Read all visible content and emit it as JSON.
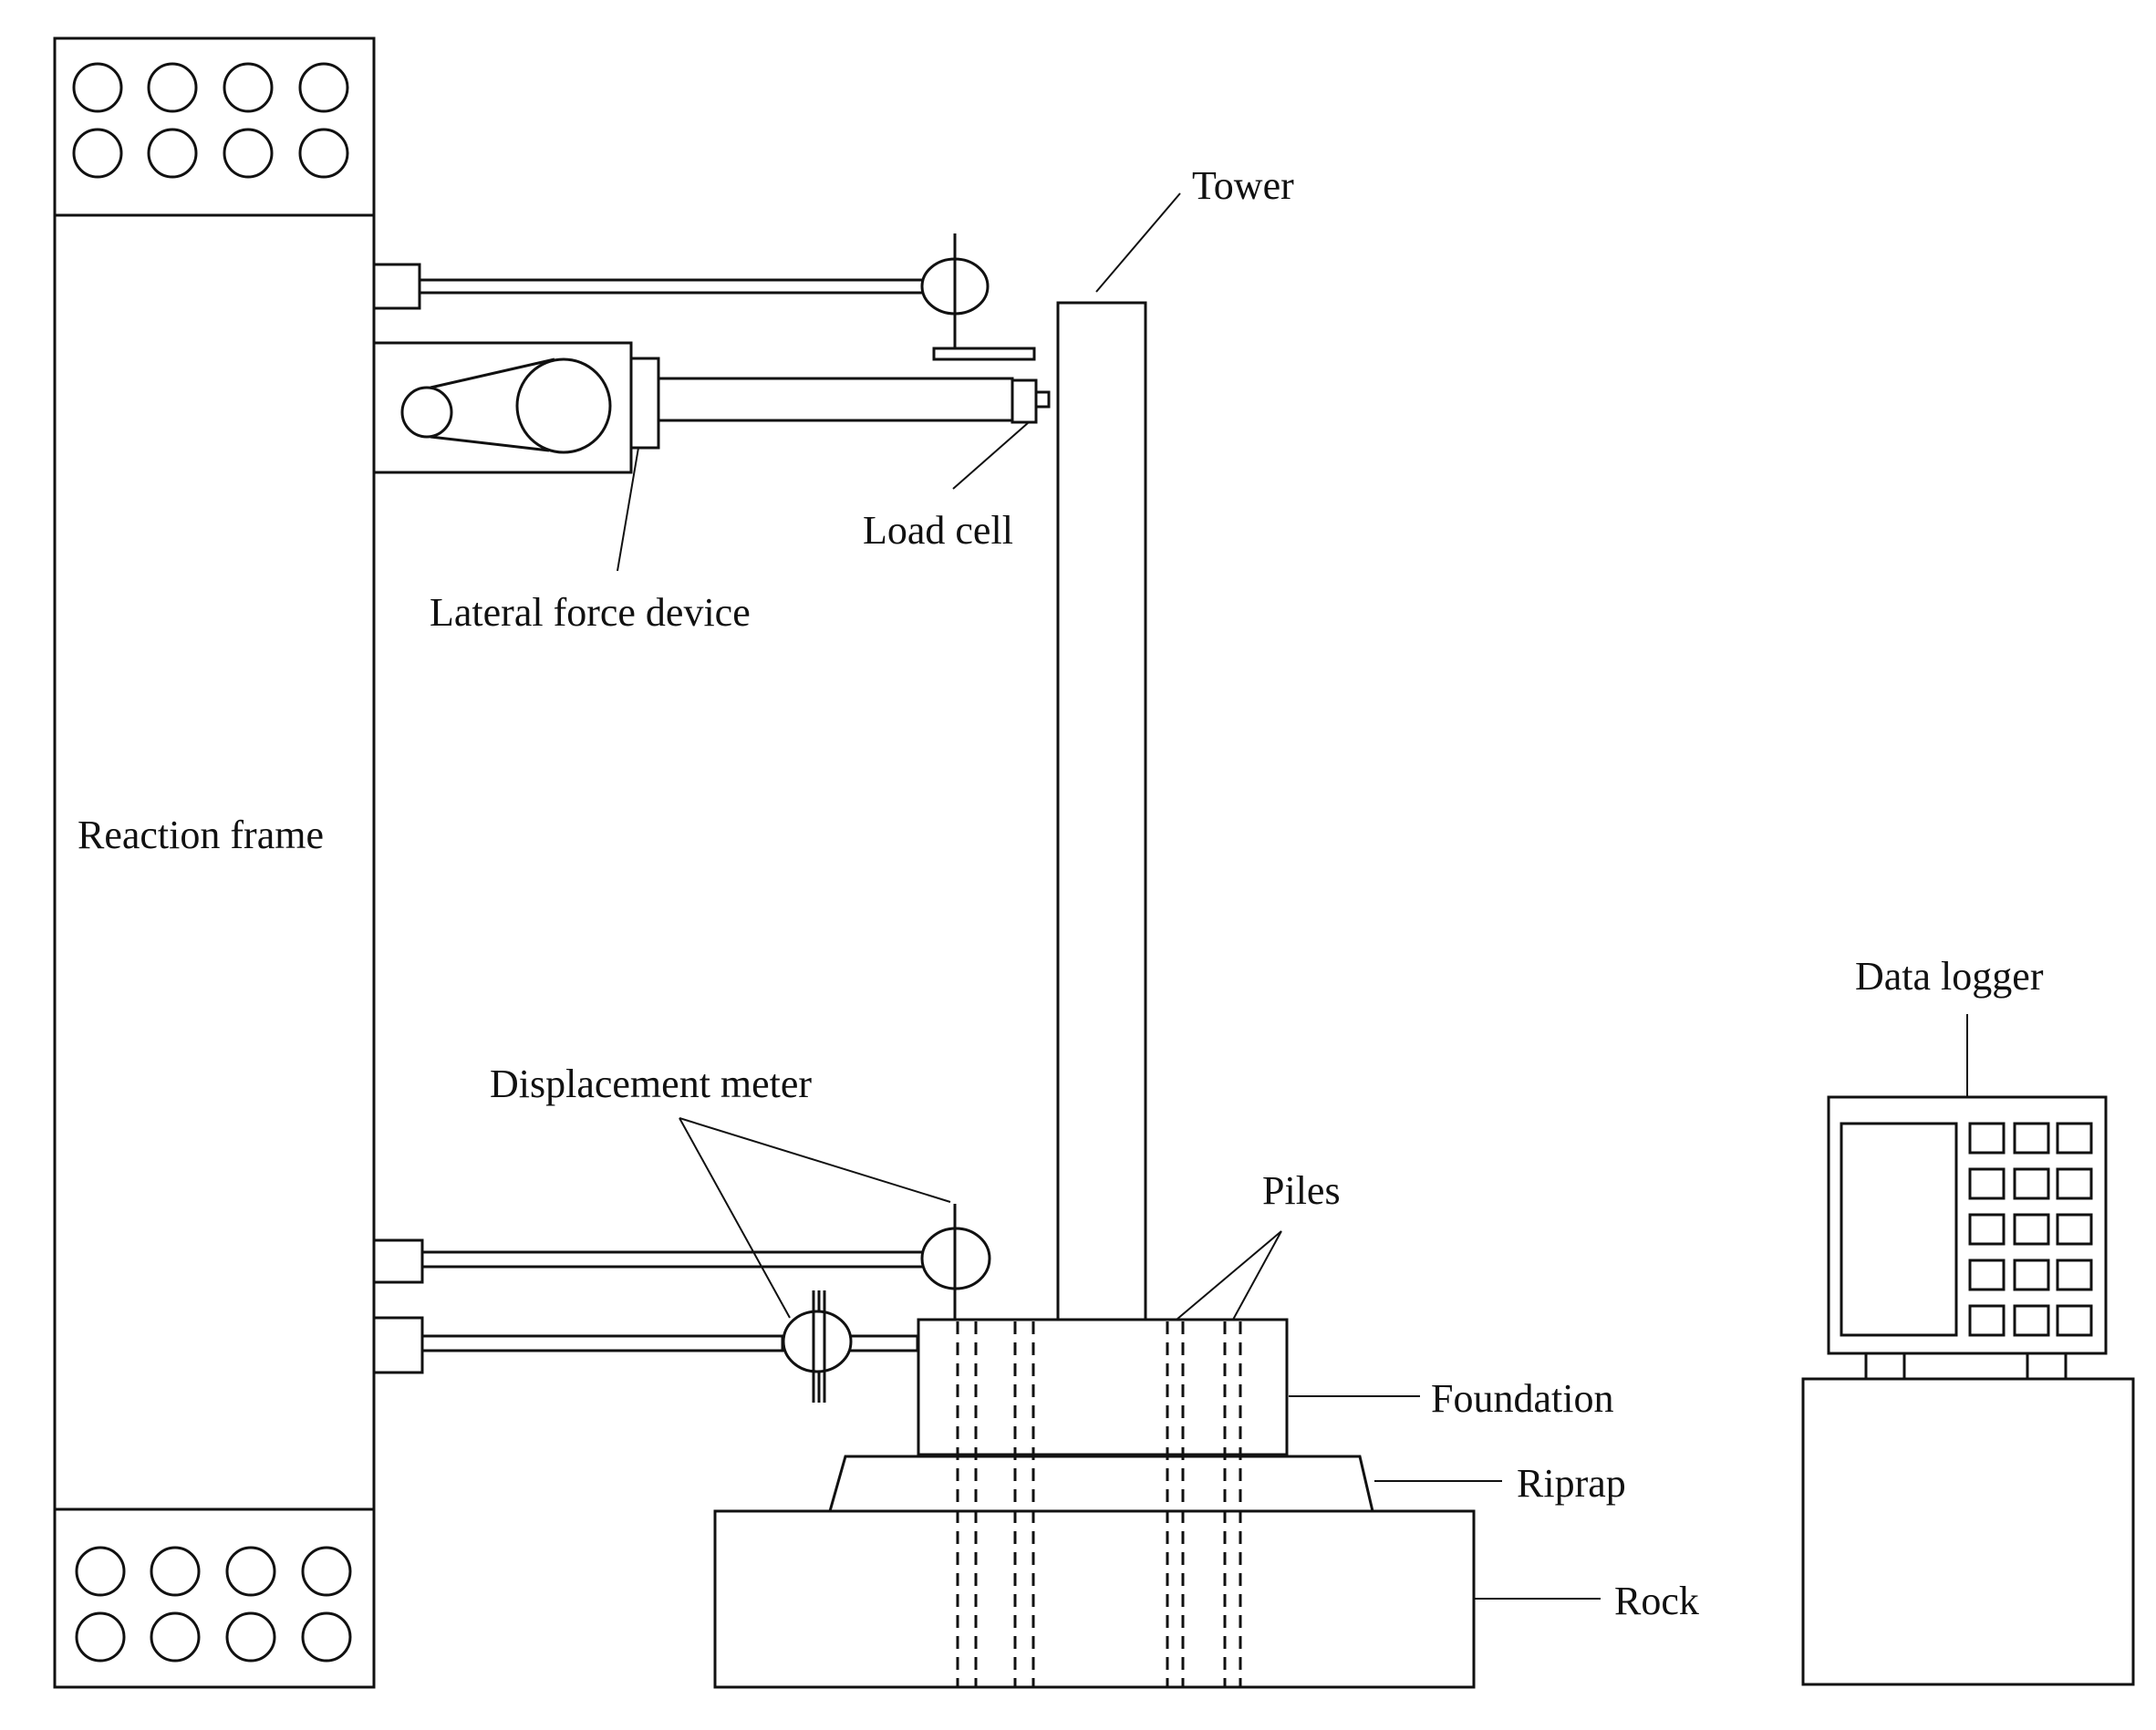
{
  "labels": {
    "tower": "Tower",
    "load_cell": "Load cell",
    "lateral_force_device": "Lateral force device",
    "reaction_frame": "Reaction frame",
    "displacement_meter": "Displacement meter",
    "piles": "Piles",
    "foundation": "Foundation",
    "riprap": "Riprap",
    "rock": "Rock",
    "data_logger": "Data logger"
  },
  "colors": {
    "stroke": "#111111",
    "background": "#ffffff"
  }
}
